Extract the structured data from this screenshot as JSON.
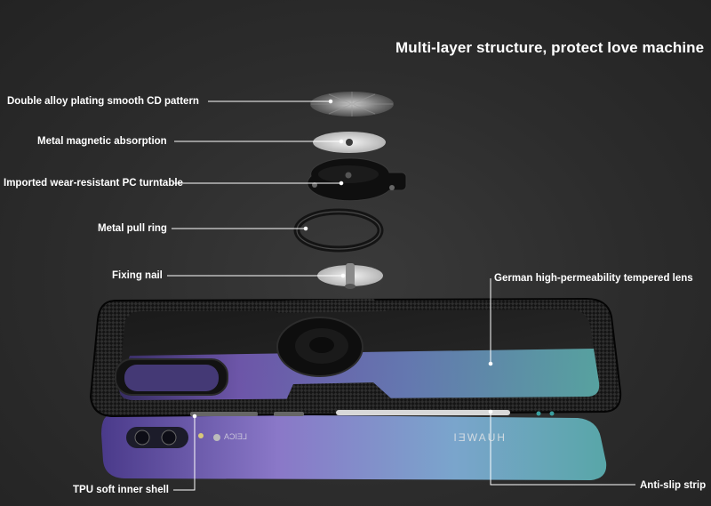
{
  "title": "Multi-layer structure, protect love machine",
  "labels": {
    "cd_pattern": "Double alloy plating smooth CD pattern",
    "magnetic": "Metal magnetic absorption",
    "turntable": "Imported wear-resistant PC turntable",
    "pull_ring": "Metal pull ring",
    "fixing_nail": "Fixing nail",
    "tempered_lens": "German high-permeability tempered lens",
    "tpu_shell": "TPU soft inner shell",
    "anti_slip": "Anti-slip strip"
  },
  "phone": {
    "brand": "HUAWEI",
    "camera_brand": "LEICA"
  },
  "colors": {
    "background": "#2b2b2b",
    "text": "#ffffff",
    "case": "#101010",
    "gradient_purple": "#7a5fc0",
    "gradient_teal": "#5fb7b4"
  }
}
